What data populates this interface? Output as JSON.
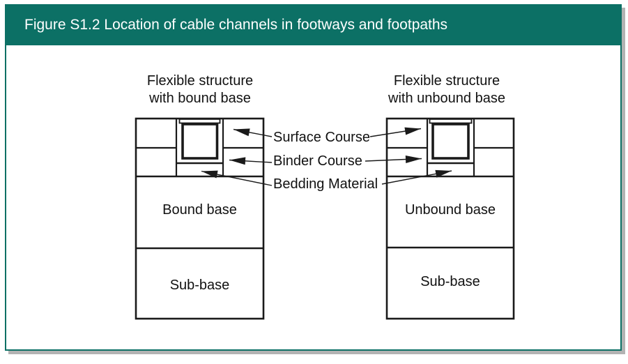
{
  "header": {
    "title": "Figure S1.2 Location of cable channels in footways and footpaths"
  },
  "colors": {
    "header_bg": "#0C7065",
    "header_text": "#FFFFFF",
    "line": "#1A1A1A",
    "background": "#FFFFFF",
    "frame_shadow": "#B3B3B3"
  },
  "diagrams": {
    "left": {
      "title_line1": "Flexible structure",
      "title_line2": "with bound base",
      "base_label": "Bound base",
      "subbase_label": "Sub-base"
    },
    "right": {
      "title_line1": "Flexible structure",
      "title_line2": "with unbound base",
      "base_label": "Unbound base",
      "subbase_label": "Sub-base"
    }
  },
  "callouts": {
    "surface": "Surface Course",
    "binder": "Binder Course",
    "bedding": "Bedding Material"
  }
}
